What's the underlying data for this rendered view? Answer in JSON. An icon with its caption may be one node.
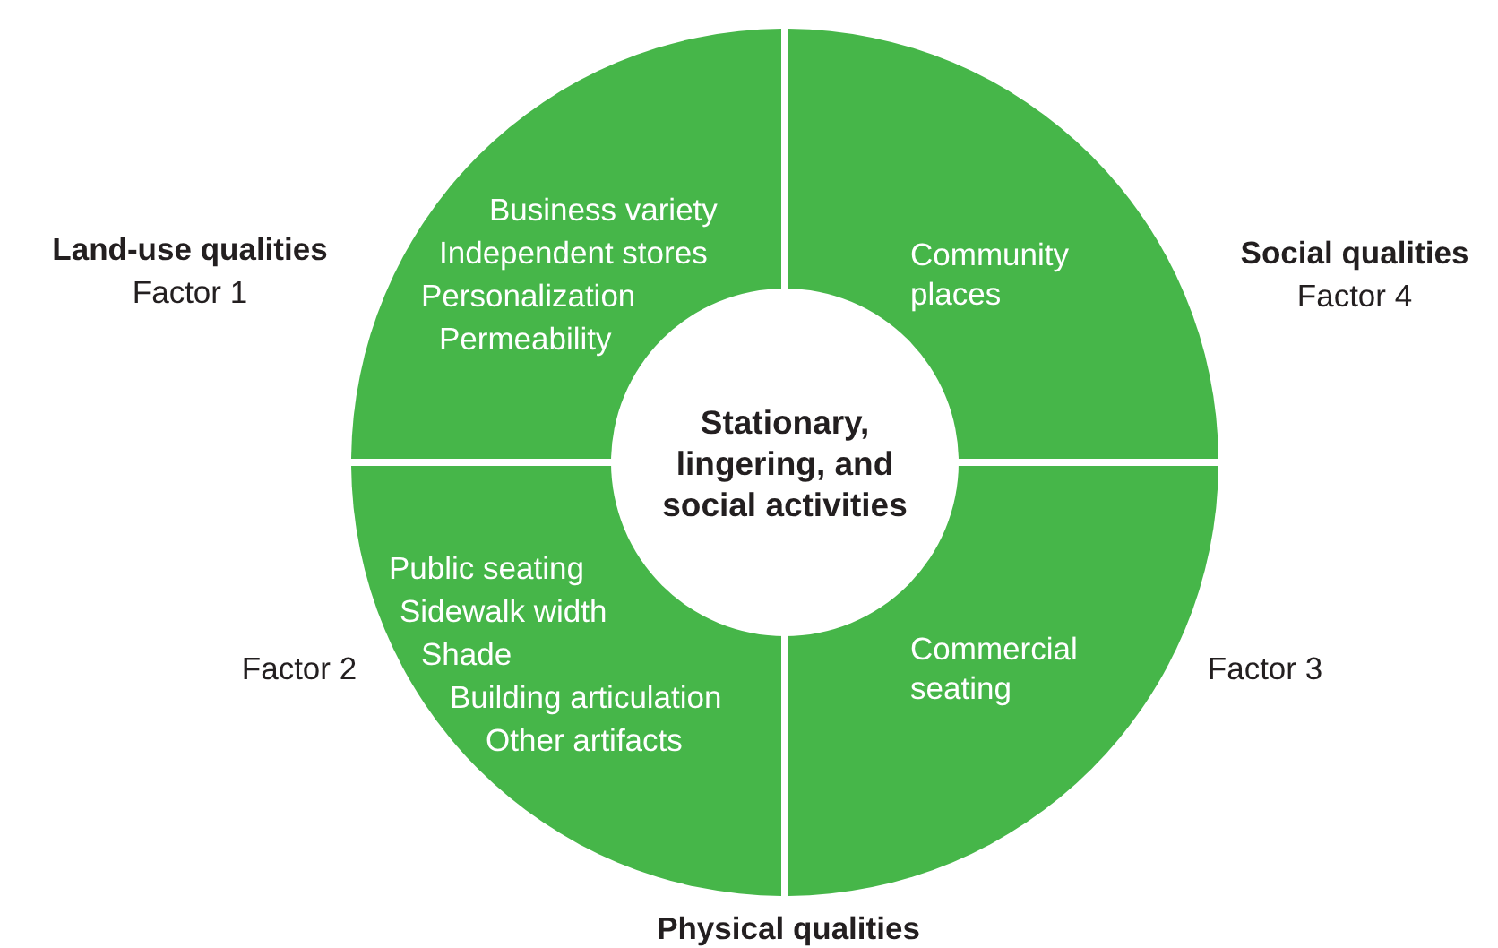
{
  "diagram": {
    "nodes": [
      {
        "text": [
          "Business variety",
          "Independent stores",
          "Personalization",
          "Permeability"
        ],
        "beside": [
          "Land-use qualities",
          "Factor 1"
        ]
      },
      {
        "text": [
          "Community places"
        ],
        "beside": [
          "Social qualities",
          "Factor 4"
        ]
      },
      {
        "text": [
          "Public seating",
          "Sidewalk width",
          "Shade",
          "Building articulation",
          "Other artifacts"
        ],
        "beside": [
          "Factor 2"
        ]
      },
      {
        "text": [
          "Commercial seating"
        ],
        "beside": [
          "Factor 3"
        ]
      },
      {
        "text": [
          "Stationary, lingering, and social activities"
        ]
      }
    ],
    "labels": [
      "Physical qualities"
    ]
  }
}
